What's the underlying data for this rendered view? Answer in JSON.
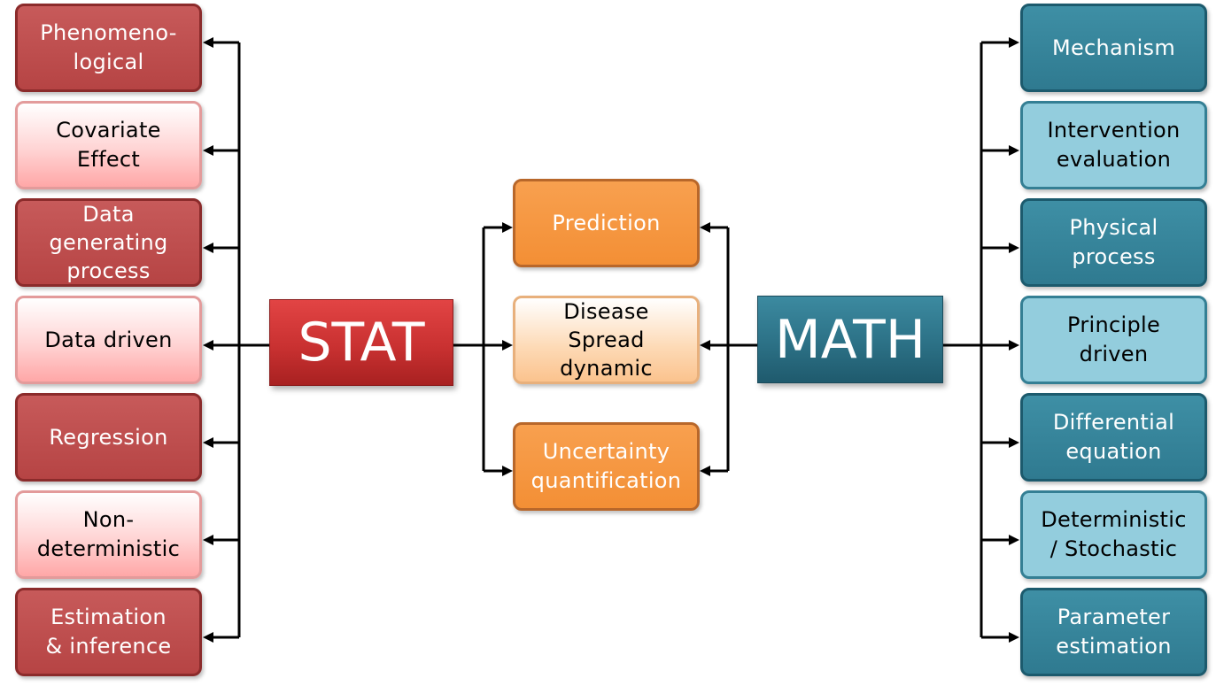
{
  "colors": {
    "stat_dark": "#b64444",
    "stat_light": "#ffc4c4",
    "stat_hub": "#c93131",
    "math_dark": "#2f7a90",
    "math_light": "#93cddd",
    "math_hub": "#2c7186",
    "center_orange": "#f38f35",
    "center_light": "#fdd9b4",
    "connector": "#000000"
  },
  "stat": {
    "label": "STAT",
    "items": [
      {
        "text": "Phenomeno-\nlogical",
        "style": "dark"
      },
      {
        "text": "Covariate\nEffect",
        "style": "light"
      },
      {
        "text": "Data\ngenerating\nprocess",
        "style": "dark"
      },
      {
        "text": "Data driven",
        "style": "light"
      },
      {
        "text": "Regression",
        "style": "dark"
      },
      {
        "text": "Non-\ndeterministic",
        "style": "light"
      },
      {
        "text": "Estimation\n& inference",
        "style": "dark"
      }
    ]
  },
  "math": {
    "label": "MATH",
    "items": [
      {
        "text": "Mechanism",
        "style": "dark"
      },
      {
        "text": "Intervention\nevaluation",
        "style": "light"
      },
      {
        "text": "Physical\nprocess",
        "style": "dark"
      },
      {
        "text": "Principle\ndriven",
        "style": "light"
      },
      {
        "text": "Differential\nequation",
        "style": "dark"
      },
      {
        "text": "Deterministic\n/ Stochastic",
        "style": "light"
      },
      {
        "text": "Parameter\nestimation",
        "style": "dark"
      }
    ]
  },
  "center": {
    "items": [
      {
        "text": "Prediction",
        "style": "orange"
      },
      {
        "text": "Disease\nSpread\ndynamic",
        "style": "light"
      },
      {
        "text": "Uncertainty\nquantification",
        "style": "orange"
      }
    ]
  }
}
